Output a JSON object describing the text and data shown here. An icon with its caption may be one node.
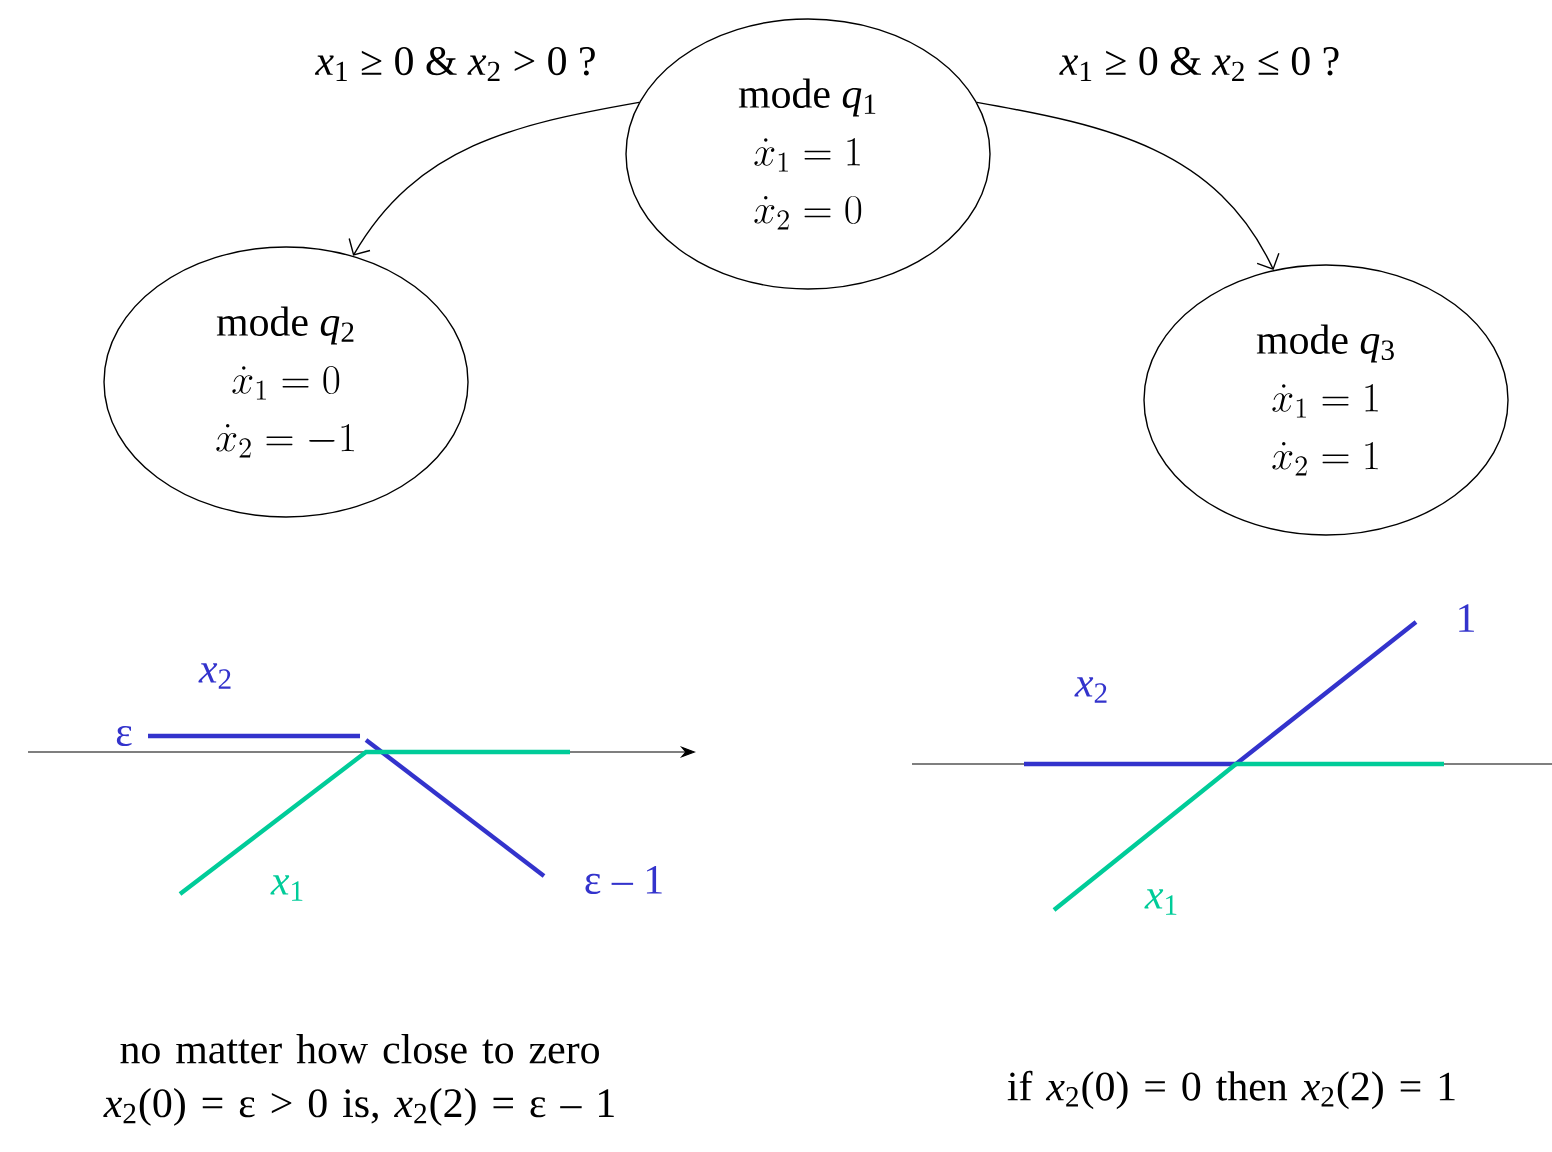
{
  "diagram": {
    "nodes": [
      {
        "text": [
          "mode *q*$_{1}$",
          "\\dot{x}_1 = 1",
          "\\dot{x}_2 = 0"
        ]
      },
      {
        "text": [
          "mode *q*$_{2}$",
          "\\dot{x}_1 = 0",
          "\\dot{x}_2 = -1"
        ]
      },
      {
        "text": [
          "mode *q*$_{3}$",
          "\\dot{x}_1 = 1",
          "\\dot{x}_2 = 1"
        ]
      }
    ],
    "edges": [
      {
        "from": 0,
        "to": 1,
        "arrow": "to",
        "label": "*x*$_{1}$ ≥ 0 & *x*$_{2}$ > 0 ?"
      },
      {
        "from": 0,
        "to": 2,
        "arrow": "to",
        "label": "*x*$_{1}$ ≥ 0 & *x*$_{2}$ ≤ 0 ?"
      }
    ],
    "labels": [
      "*x*$_{2}$",
      "ε",
      "*x*$_{1}$",
      "ε – 1",
      "1",
      "*x*$_{2}$",
      "*x*$_{1}$",
      "no matter how close to zero *x*$_{2}$(0) = ε > 0 is, *x*$_{2}$(2) = ε – 1",
      "if *x*$_{2}$(0) = 0 then *x*$_{2}$(2) = 1"
    ]
  }
}
